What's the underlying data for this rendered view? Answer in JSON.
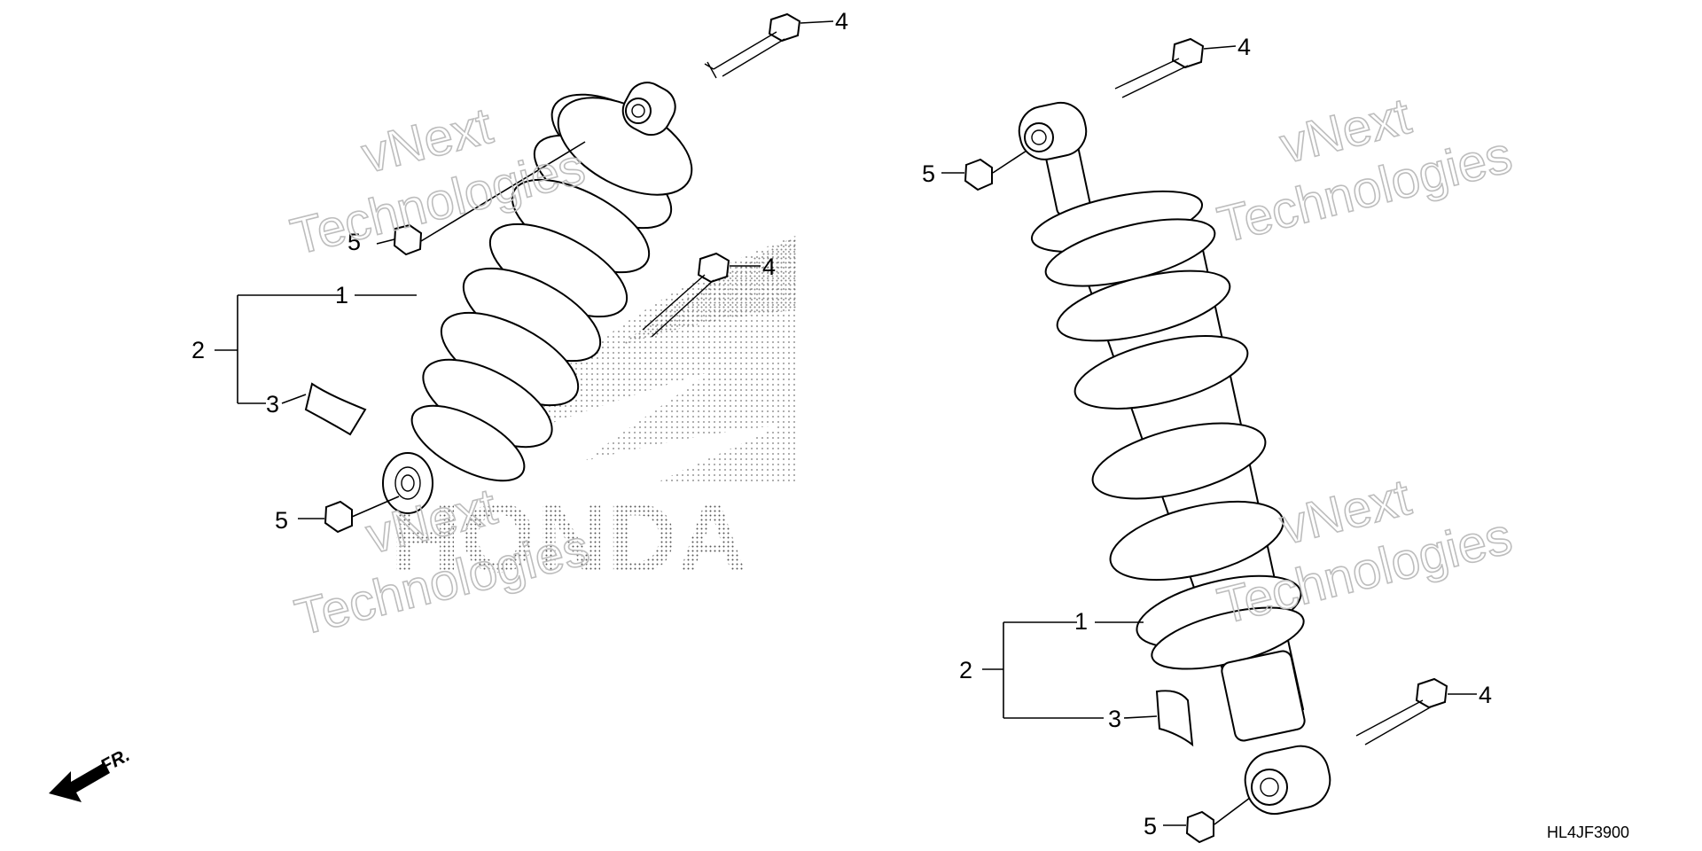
{
  "diagram": {
    "drawing_code": "HL4JF3900",
    "front_indicator": "FR.",
    "background_logo": "HONDA",
    "watermarks": [
      {
        "line1": "vNext",
        "line2": "Technologies"
      },
      {
        "line1": "vNext",
        "line2": "Technologies"
      },
      {
        "line1": "vNext",
        "line2": "Technologies"
      },
      {
        "line1": "vNext",
        "line2": "Technologies"
      }
    ],
    "left_assembly": {
      "callouts": {
        "top_bolt": "4",
        "top_nut": "5",
        "shock": "1",
        "assembly": "2",
        "label": "3",
        "bottom_bolt": "4",
        "bottom_nut": "5"
      }
    },
    "right_assembly": {
      "callouts": {
        "top_bolt": "4",
        "top_nut": "5",
        "shock": "1",
        "assembly": "2",
        "label": "3",
        "bottom_bolt": "4",
        "bottom_nut": "5"
      }
    }
  }
}
